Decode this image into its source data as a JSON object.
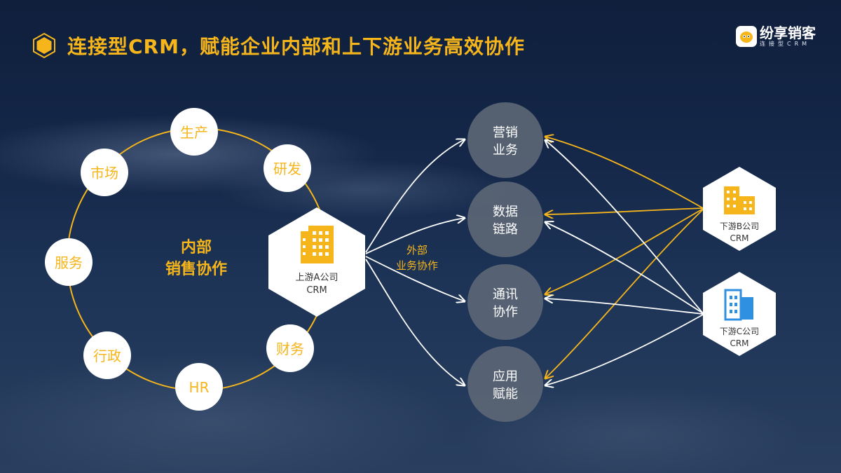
{
  "title": "连接型CRM，赋能企业内部和上下游业务高效协作",
  "logo": {
    "name": "纷享销客",
    "sub": "连接型CRM"
  },
  "internal": {
    "center_lines": [
      "内部",
      "销售协作"
    ],
    "departments": [
      "生产",
      "研发",
      "财务",
      "HR",
      "行政",
      "服务",
      "市场"
    ]
  },
  "upstream": {
    "lines": [
      "上游A公司",
      "CRM"
    ]
  },
  "external_label": [
    "外部",
    "业务协作"
  ],
  "services": [
    {
      "lines": [
        "营销",
        "业务"
      ]
    },
    {
      "lines": [
        "数据",
        "链路"
      ]
    },
    {
      "lines": [
        "通讯",
        "协作"
      ]
    },
    {
      "lines": [
        "应用",
        "赋能"
      ]
    }
  ],
  "downstream": [
    {
      "lines": [
        "下游B公司",
        "CRM"
      ]
    },
    {
      "lines": [
        "下游C公司",
        "CRM"
      ]
    }
  ],
  "colors": {
    "accent": "#f5b51b",
    "white": "#ffffff",
    "service_fill": "#5b6675",
    "downstream_c_icon": "#2f8fe0"
  }
}
